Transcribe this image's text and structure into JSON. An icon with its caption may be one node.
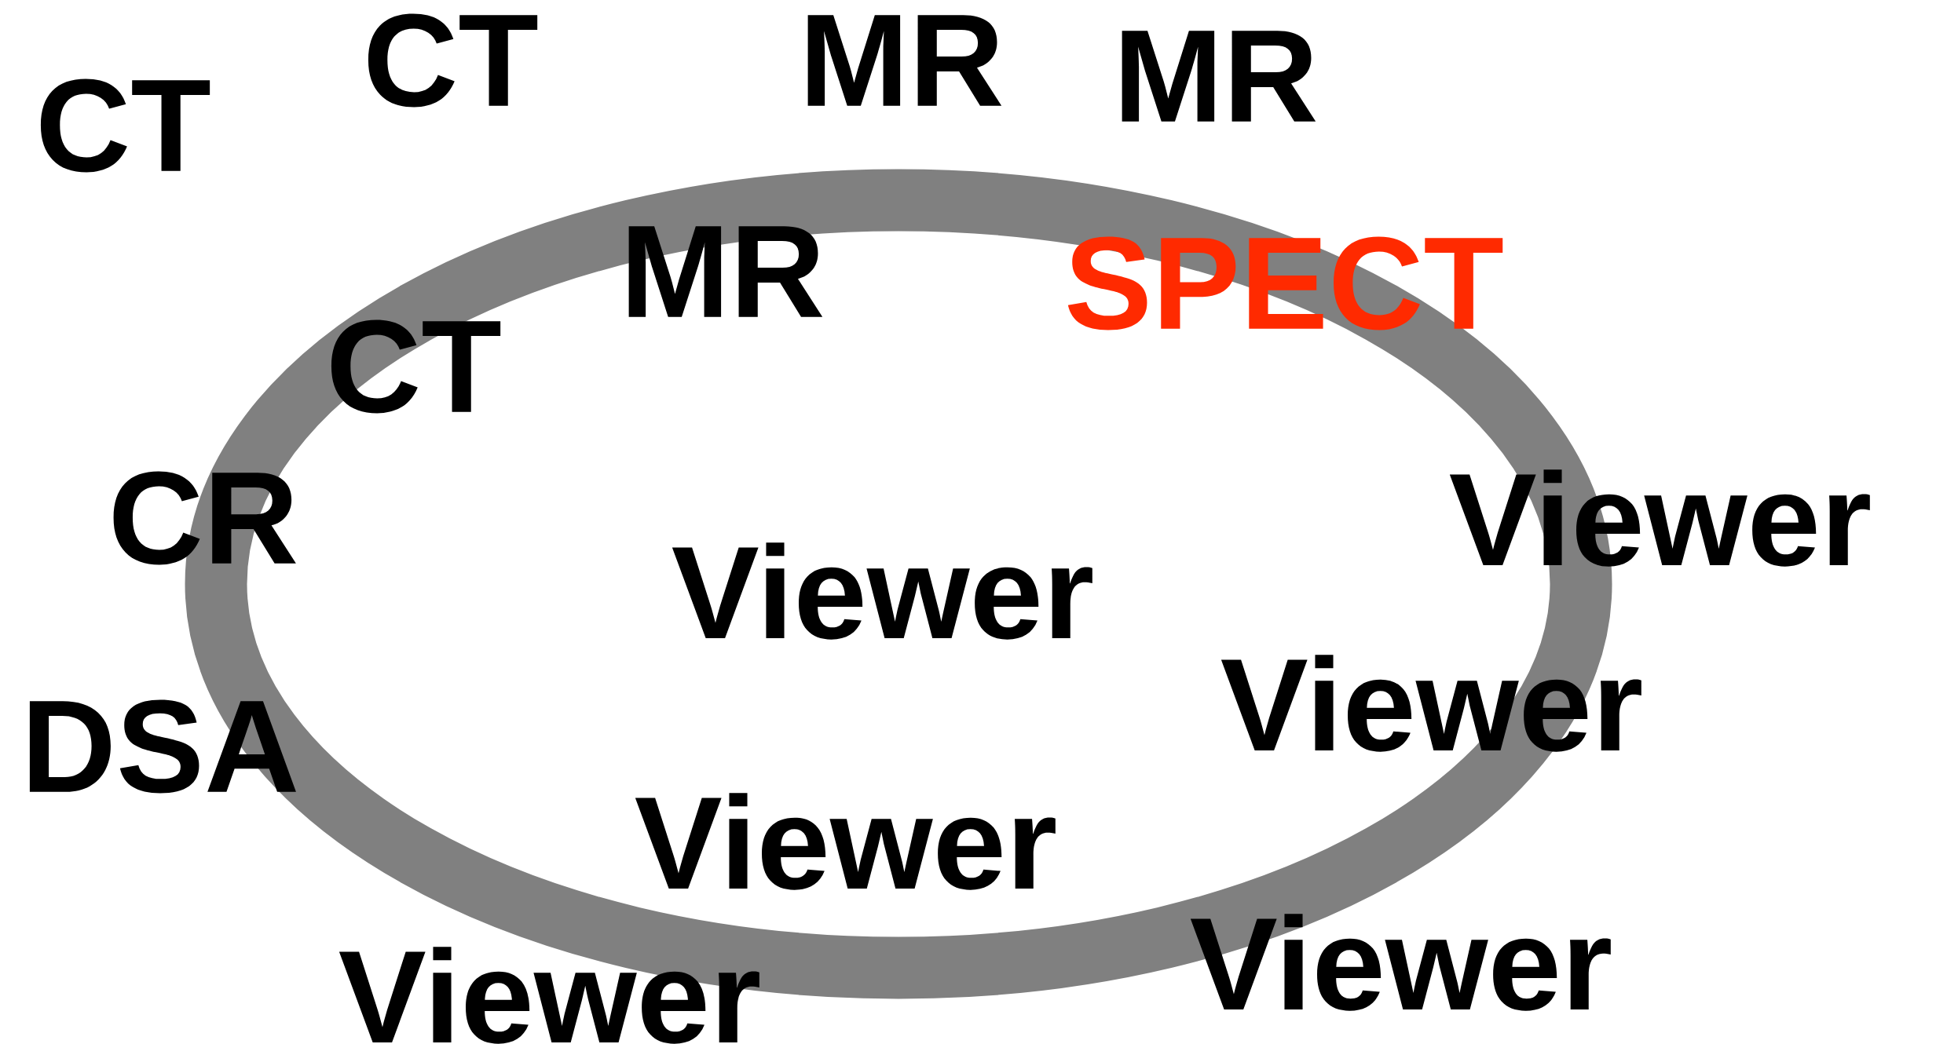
{
  "diagram": {
    "labels": [
      "CT",
      "CT",
      "MR",
      "MR",
      "MR",
      "CT",
      "SPECT",
      "CR",
      "Viewer",
      "Viewer",
      "DSA",
      "Viewer",
      "Viewer",
      "Viewer",
      "Viewer"
    ]
  }
}
